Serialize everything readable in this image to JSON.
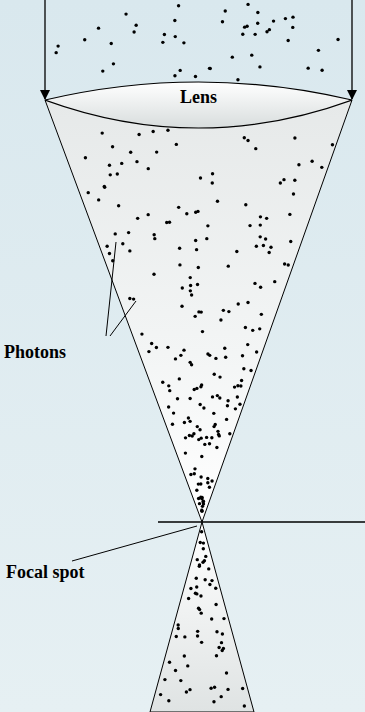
{
  "diagram": {
    "nodes": [
      {
        "text": [
          "Lens"
        ]
      }
    ],
    "labels": [
      "Photons",
      "Focal spot"
    ]
  }
}
